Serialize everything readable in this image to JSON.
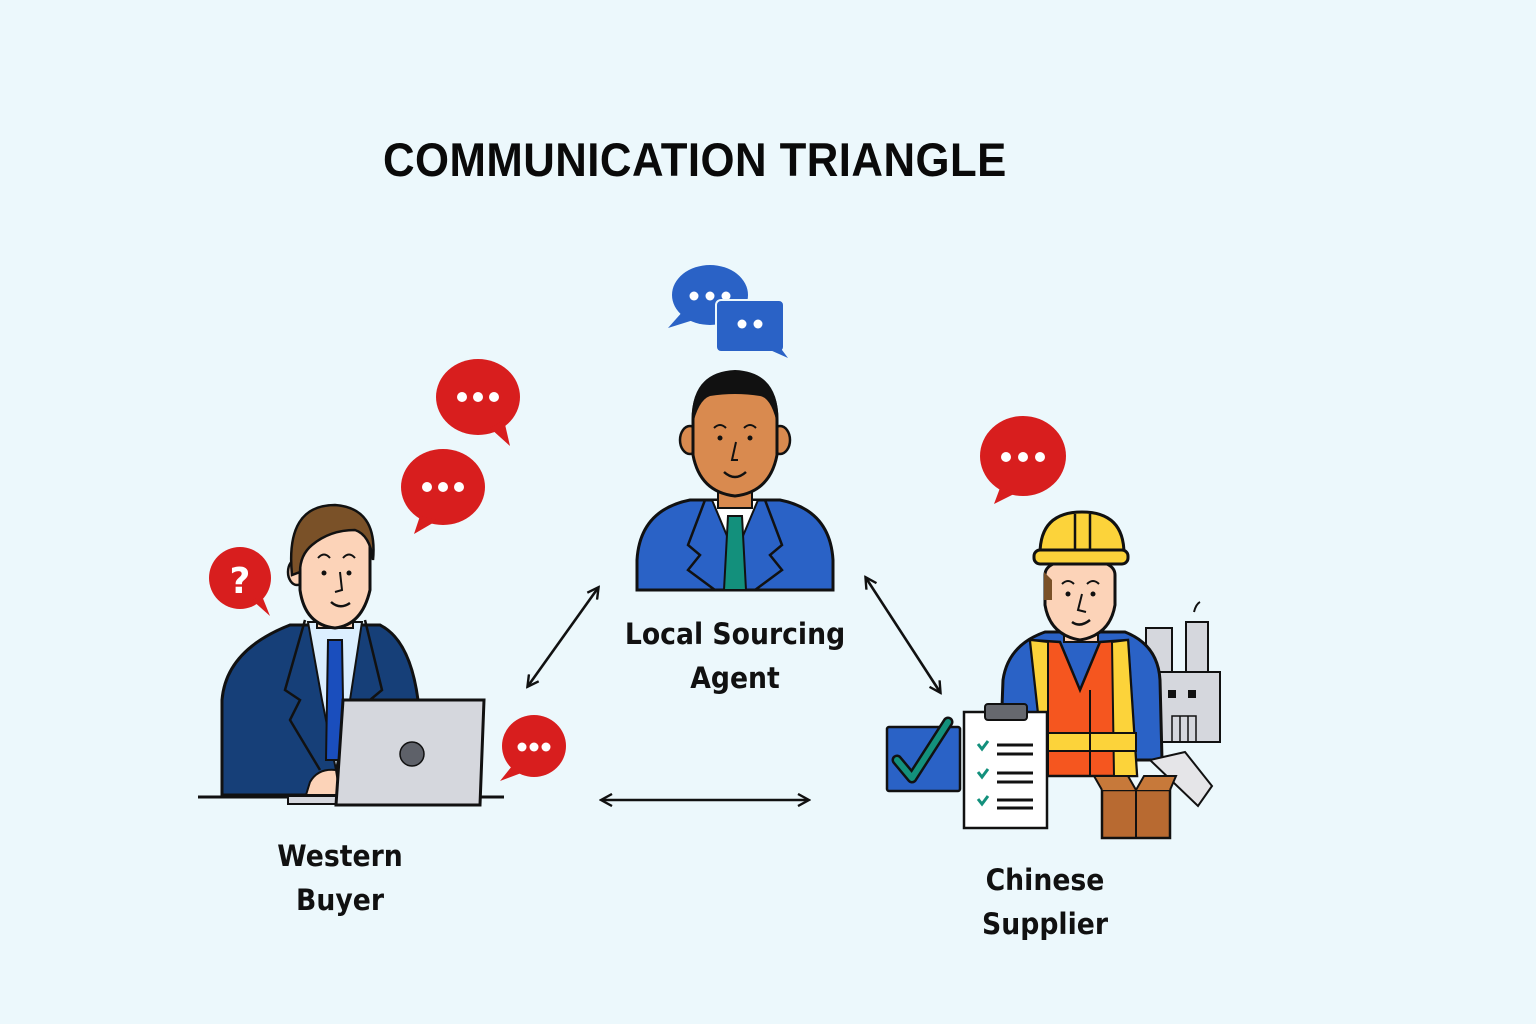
{
  "title": "COMMUNICATION TRIANGLE",
  "nodes": {
    "buyer": {
      "label": "Western Buyer"
    },
    "agent": {
      "label_line1": "Local Sourcing",
      "label_line2": "Agent"
    },
    "supplier": {
      "label": "Chinese Supplier"
    }
  },
  "connections": [
    {
      "from": "buyer",
      "to": "agent",
      "type": "bidirectional"
    },
    {
      "from": "agent",
      "to": "supplier",
      "type": "bidirectional"
    },
    {
      "from": "buyer",
      "to": "supplier",
      "type": "bidirectional"
    }
  ],
  "speech_bubbles": {
    "buyer": [
      "question",
      "ellipsis",
      "ellipsis",
      "ellipsis"
    ],
    "agent": [
      "ellipsis",
      "ellipsis"
    ],
    "supplier": [
      "ellipsis"
    ],
    "question_glyph": "?"
  },
  "colors": {
    "background": "#ecf8fc",
    "bubble_red": "#d81e1e",
    "bubble_blue": "#2a62c6",
    "buyer_suit": "#163f78",
    "agent_suit": "#2a62c6",
    "agent_tie": "#13907c",
    "vest_orange": "#f5561f",
    "helmet_yellow": "#fcd33a"
  }
}
